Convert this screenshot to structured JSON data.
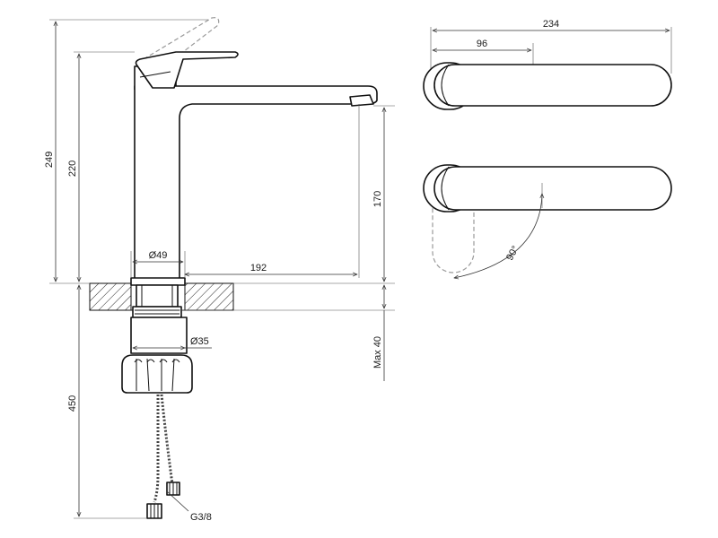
{
  "dimensions": {
    "overall_height": "249",
    "spout_height": "220",
    "outlet_height": "170",
    "spout_reach": "192",
    "body_diameter": "Ø49",
    "shank_diameter": "Ø35",
    "max_thickness": "Max 40",
    "hose_length": "450",
    "thread": "G3/8",
    "top_width": "234",
    "handle_width": "96",
    "rotation_angle": "90°"
  },
  "colors": {
    "line": "#111111",
    "ghost": "#9a9a9a",
    "background": "#ffffff"
  }
}
